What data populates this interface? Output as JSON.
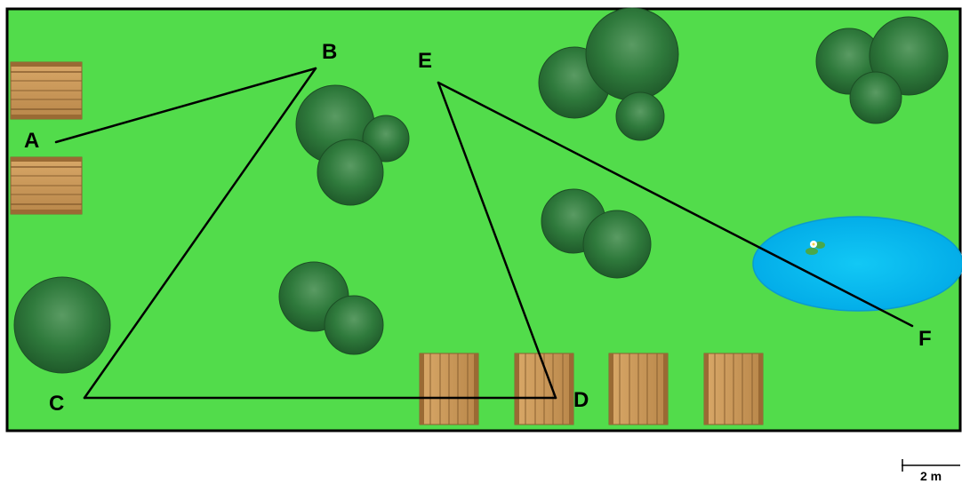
{
  "park": {
    "grass_color": "#52dc4b",
    "border_color": "#000000",
    "pond_color": "#00bef0",
    "tree_color": "#2e7a3a",
    "bench_color": "#c89a5c"
  },
  "points": {
    "A": "A",
    "B": "B",
    "C": "C",
    "D": "D",
    "E": "E",
    "F": "F"
  },
  "scale_bar": {
    "label": "2 m"
  },
  "icons": {
    "tree": "tree-icon",
    "bench": "bench-icon",
    "pond": "pond-icon",
    "lily": "water-lily-icon"
  }
}
